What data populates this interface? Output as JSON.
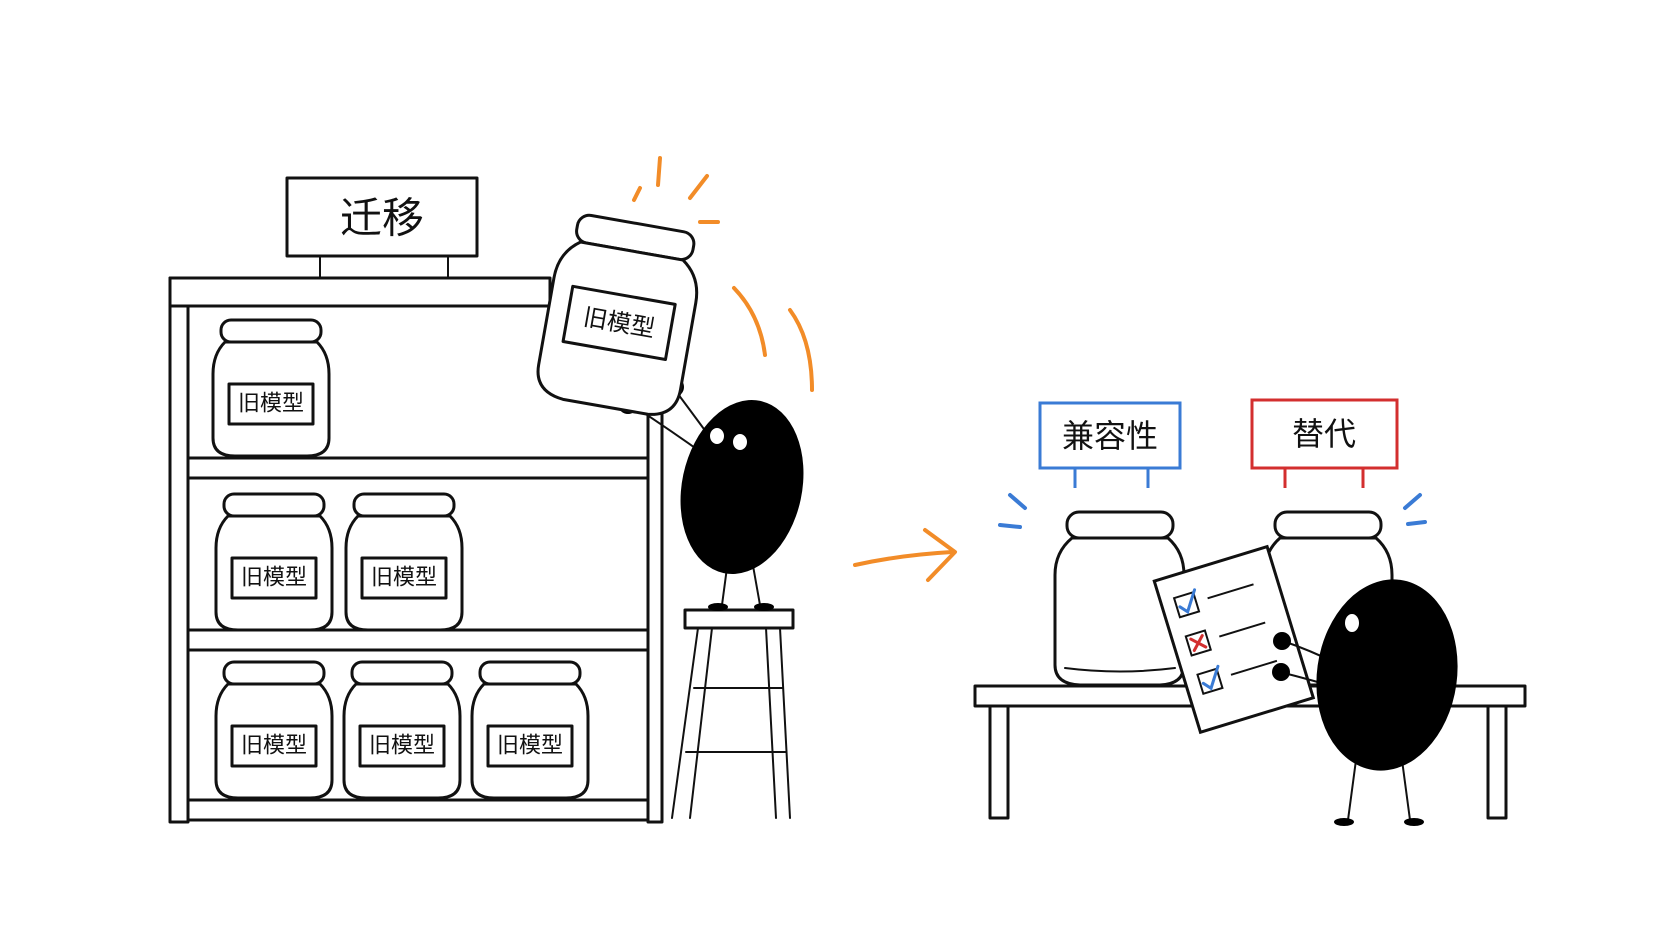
{
  "scene": {
    "shelf_sign": "迁移",
    "jar_label": "旧模型",
    "compat_sign": "兼容性",
    "replace_sign": "替代"
  },
  "colors": {
    "ink": "#111111",
    "orange": "#F28C28",
    "blue": "#3A7BD5",
    "red": "#D32F2F",
    "blob": "#000000"
  },
  "shelf_jars": [
    {
      "label": "旧模型"
    },
    {
      "label": "旧模型"
    },
    {
      "label": "旧模型"
    },
    {
      "label": "旧模型"
    },
    {
      "label": "旧模型"
    },
    {
      "label": "旧模型"
    }
  ],
  "held_jar": {
    "label": "旧模型"
  },
  "checklist": {
    "items": [
      "check",
      "cross",
      "check"
    ]
  }
}
